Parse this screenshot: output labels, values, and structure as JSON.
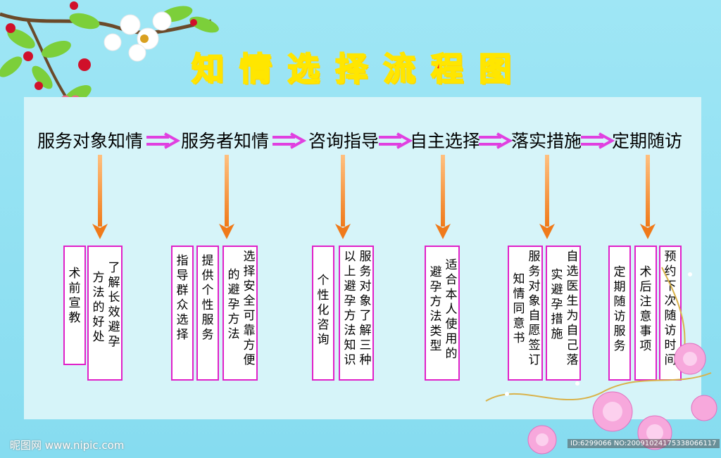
{
  "title": "知情选择流程图",
  "steps": [
    "服务对象知情",
    "服务者知情",
    "咨询指导",
    "自主选择",
    "落实措施",
    "定期随访"
  ],
  "boxes": {
    "s1": [
      {
        "cols": [
          "术前宣教"
        ]
      },
      {
        "cols": [
          "了解长效避孕",
          "方法的好处"
        ]
      }
    ],
    "s2": [
      {
        "cols": [
          "指导群众选择"
        ]
      },
      {
        "cols": [
          "提供个性服务"
        ]
      },
      {
        "cols": [
          "选择安全可靠方便",
          "的避孕方法"
        ]
      }
    ],
    "s3": [
      {
        "cols": [
          "个性化咨询"
        ]
      },
      {
        "cols": [
          "服务对象了解三种",
          "以上避孕方法知识"
        ]
      }
    ],
    "s4": [
      {
        "cols": [
          "适合本人使用的",
          "避孕方法类型"
        ]
      }
    ],
    "s5": [
      {
        "cols": [
          "服务对象自愿签订",
          "知情同意书"
        ]
      },
      {
        "cols": [
          "自选医生为自己落",
          "实避孕措施"
        ]
      }
    ],
    "s6": [
      {
        "cols": [
          "定期随访服务"
        ]
      },
      {
        "cols": [
          "术后注意事项"
        ]
      },
      {
        "cols": [
          "预约下次随访时间"
        ]
      }
    ]
  },
  "watermark": "昵图网 www.nipic.com",
  "id_text": "ID:6299066 NO:20091024175338066117",
  "colors": {
    "title": "#ff1a1a",
    "title_outline": "#ffe600",
    "box_border": "#e020c8",
    "h_arrow": "#e040e0",
    "v_arrow": "#f07a1a"
  },
  "icons": [
    "blossom-branch-icon",
    "rose-cluster-icon"
  ]
}
